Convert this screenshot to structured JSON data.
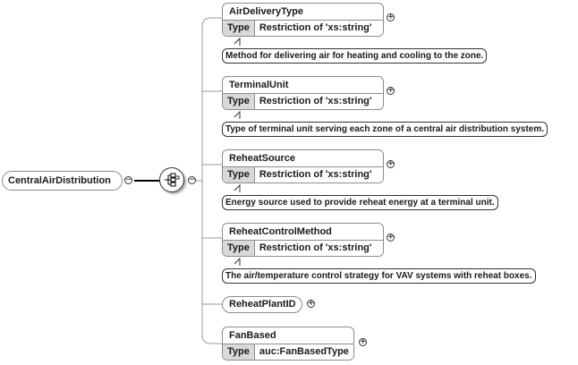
{
  "root": {
    "name": "CentralAirDistribution"
  },
  "toggles": {
    "collapse": "−",
    "expand": "+"
  },
  "type_label": "Type",
  "elements": [
    {
      "name": "AirDeliveryType",
      "type": "Restriction of 'xs:string'",
      "description": "Method for delivering air for heating and cooling to the zone."
    },
    {
      "name": "TerminalUnit",
      "type": "Restriction of 'xs:string'",
      "description": "Type of terminal unit serving each zone of a central air distribution system."
    },
    {
      "name": "ReheatSource",
      "type": "Restriction of 'xs:string'",
      "description": "Energy source used to provide reheat energy at a terminal unit."
    },
    {
      "name": "ReheatControlMethod",
      "type": "Restriction of 'xs:string'",
      "description": "The air/temperature control strategy for VAV systems with reheat boxes."
    },
    {
      "name": "ReheatPlantID",
      "type": "",
      "description": ""
    },
    {
      "name": "FanBased",
      "type": "auc:FanBasedType",
      "description": ""
    }
  ]
}
